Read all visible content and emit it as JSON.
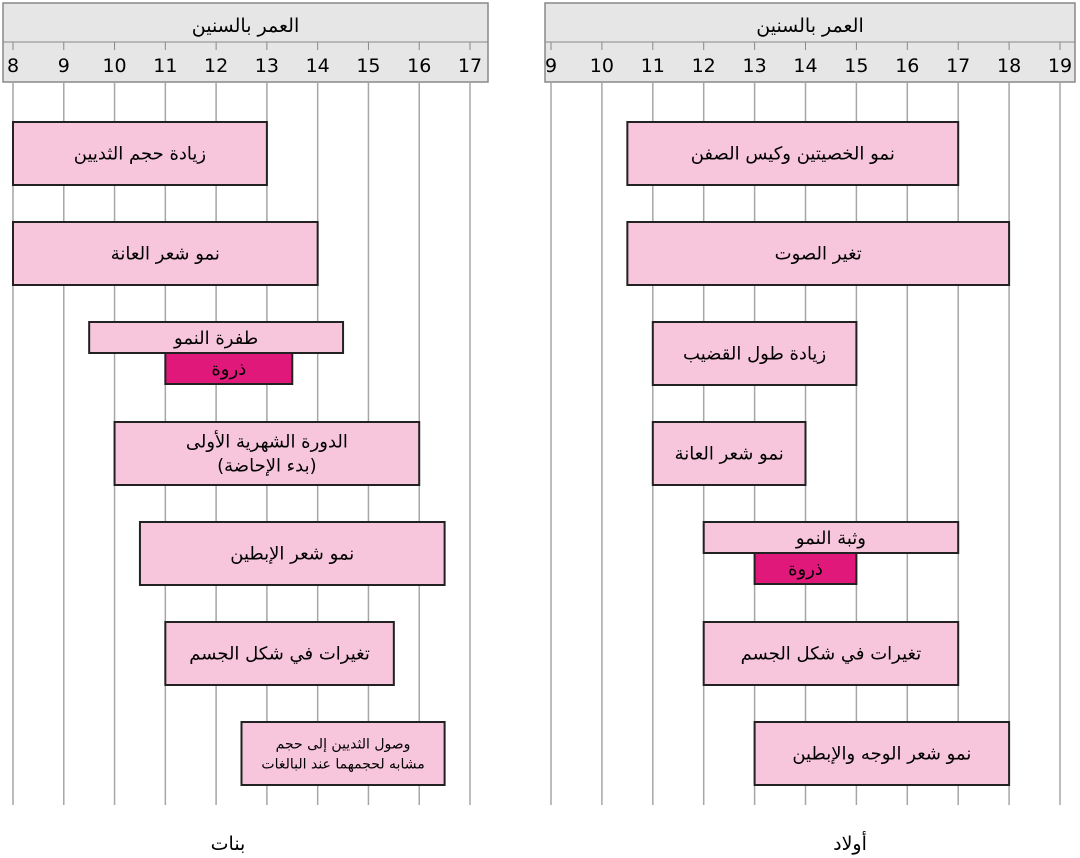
{
  "colors": {
    "bar_fill": "#f7c6dc",
    "peak_fill": "#e0187a",
    "header_fill": "#e6e6e6",
    "grid": "#a6a6a6",
    "outline": "#222222"
  },
  "charts": [
    {
      "id": "girls",
      "axis_title": "العمر بالسنين",
      "footer": "بنات",
      "xlim": [
        8,
        17
      ],
      "ticks": [
        "8",
        "9",
        "10",
        "11",
        "12",
        "13",
        "14",
        "15",
        "16",
        "17"
      ],
      "bars": [
        {
          "lines": [
            "زيادة حجم الثديين"
          ],
          "start": 8,
          "end": 13
        },
        {
          "lines": [
            "نمو شعر العانة"
          ],
          "start": 8,
          "end": 14
        },
        {
          "lines": [
            "طفرة النمو"
          ],
          "start": 9.5,
          "end": 14.5,
          "thin": true,
          "peak": {
            "label": "ذروة",
            "start": 11,
            "end": 13.5
          }
        },
        {
          "lines": [
            "الدورة الشهرية الأولى",
            "(بدء الإحاضة)"
          ],
          "start": 10,
          "end": 16
        },
        {
          "lines": [
            "نمو شعر الإبطين"
          ],
          "start": 10.5,
          "end": 16.5
        },
        {
          "lines": [
            "تغيرات في شكل الجسم"
          ],
          "start": 11,
          "end": 15.5
        },
        {
          "lines": [
            "وصول الثديين إلى حجم",
            "مشابه لحجمهما عند البالغات"
          ],
          "start": 12.5,
          "end": 16.5,
          "small": true
        }
      ]
    },
    {
      "id": "boys",
      "axis_title": "العمر بالسنين",
      "footer": "أولاد",
      "xlim": [
        9,
        19
      ],
      "ticks": [
        "9",
        "10",
        "11",
        "12",
        "13",
        "14",
        "15",
        "16",
        "17",
        "18",
        "19"
      ],
      "bars": [
        {
          "lines": [
            "نمو الخصيتين وكيس الصفن"
          ],
          "start": 10.5,
          "end": 17
        },
        {
          "lines": [
            "تغير الصوت"
          ],
          "start": 10.5,
          "end": 18
        },
        {
          "lines": [
            "زيادة طول القضيب"
          ],
          "start": 11,
          "end": 15
        },
        {
          "lines": [
            "نمو شعر العانة"
          ],
          "start": 11,
          "end": 14
        },
        {
          "lines": [
            "وثبة النمو"
          ],
          "start": 12,
          "end": 17,
          "thin": true,
          "peak": {
            "label": "ذروة",
            "start": 13,
            "end": 15
          }
        },
        {
          "lines": [
            "تغيرات في شكل الجسم"
          ],
          "start": 12,
          "end": 17
        },
        {
          "lines": [
            "نمو شعر الوجه والإبطين"
          ],
          "start": 13,
          "end": 18
        }
      ]
    }
  ]
}
